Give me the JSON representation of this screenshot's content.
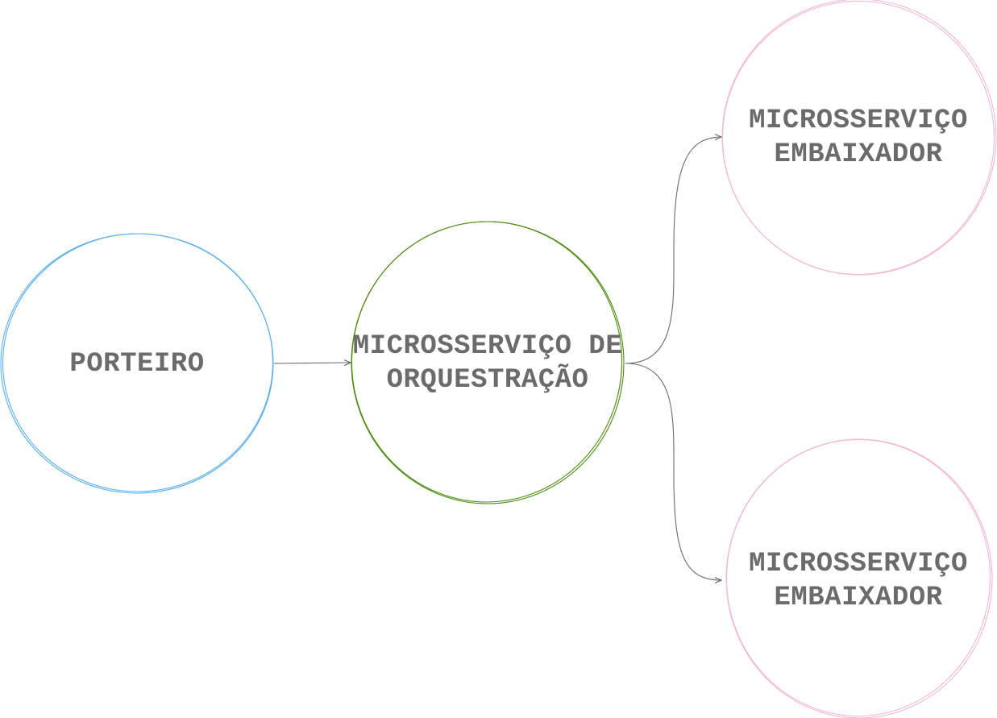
{
  "colors": {
    "text": "#6b6b6b",
    "connector": "#6b6b6b",
    "porteiro": "#5aafed",
    "orquestracao": "#4d8a12",
    "embaixador": "#f2b8d4"
  },
  "nodes": {
    "porteiro": {
      "lines": [
        "PORTEIRO"
      ]
    },
    "orquestracao": {
      "lines": [
        "MICROSSERVIÇO DE",
        "ORQUESTRAÇÃO"
      ]
    },
    "embaixador_top": {
      "lines": [
        "MICROSSERVIÇO",
        "EMBAIXADOR"
      ]
    },
    "embaixador_bottom": {
      "lines": [
        "MICROSSERVIÇO",
        "EMBAIXADOR"
      ]
    }
  }
}
